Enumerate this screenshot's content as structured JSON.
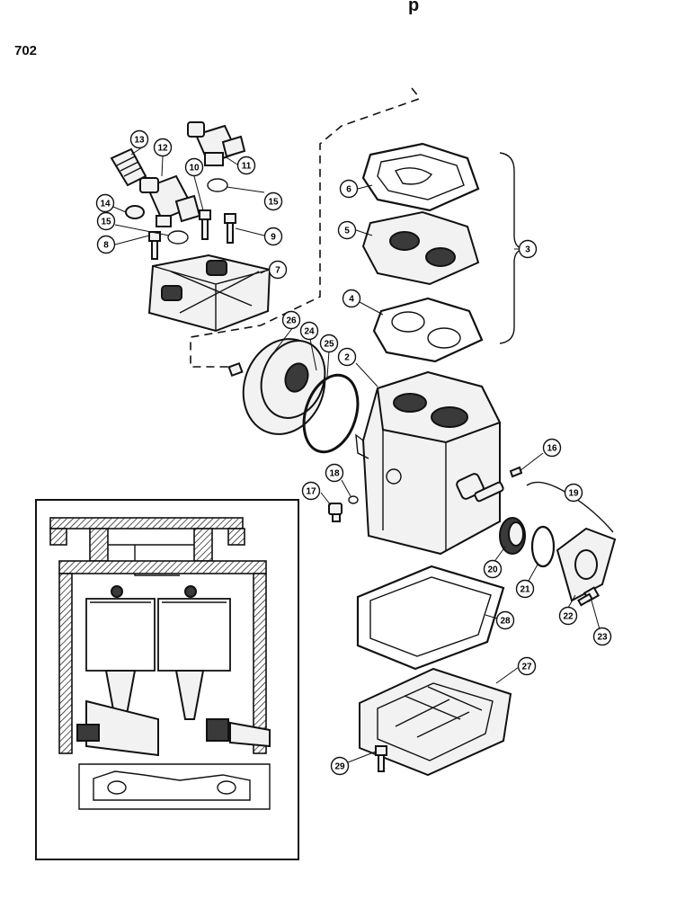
{
  "page": {
    "number": "702",
    "header_partial": "p"
  },
  "callouts": [
    {
      "id": "c2",
      "label": "2"
    },
    {
      "id": "c3",
      "label": "3"
    },
    {
      "id": "c4",
      "label": "4"
    },
    {
      "id": "c5",
      "label": "5"
    },
    {
      "id": "c6",
      "label": "6"
    },
    {
      "id": "c7",
      "label": "7"
    },
    {
      "id": "c8",
      "label": "8"
    },
    {
      "id": "c9",
      "label": "9"
    },
    {
      "id": "c10",
      "label": "10"
    },
    {
      "id": "c11",
      "label": "11"
    },
    {
      "id": "c12",
      "label": "12"
    },
    {
      "id": "c13",
      "label": "13"
    },
    {
      "id": "c14",
      "label": "14"
    },
    {
      "id": "c15a",
      "label": "15"
    },
    {
      "id": "c15b",
      "label": "15"
    },
    {
      "id": "c16",
      "label": "16"
    },
    {
      "id": "c17",
      "label": "17"
    },
    {
      "id": "c18",
      "label": "18"
    },
    {
      "id": "c19",
      "label": "19"
    },
    {
      "id": "c20",
      "label": "20"
    },
    {
      "id": "c21",
      "label": "21"
    },
    {
      "id": "c22",
      "label": "22"
    },
    {
      "id": "c23",
      "label": "23"
    },
    {
      "id": "c24",
      "label": "24"
    },
    {
      "id": "c25",
      "label": "25"
    },
    {
      "id": "c26",
      "label": "26"
    },
    {
      "id": "c27",
      "label": "27"
    },
    {
      "id": "c28",
      "label": "28"
    },
    {
      "id": "c29",
      "label": "29"
    }
  ]
}
